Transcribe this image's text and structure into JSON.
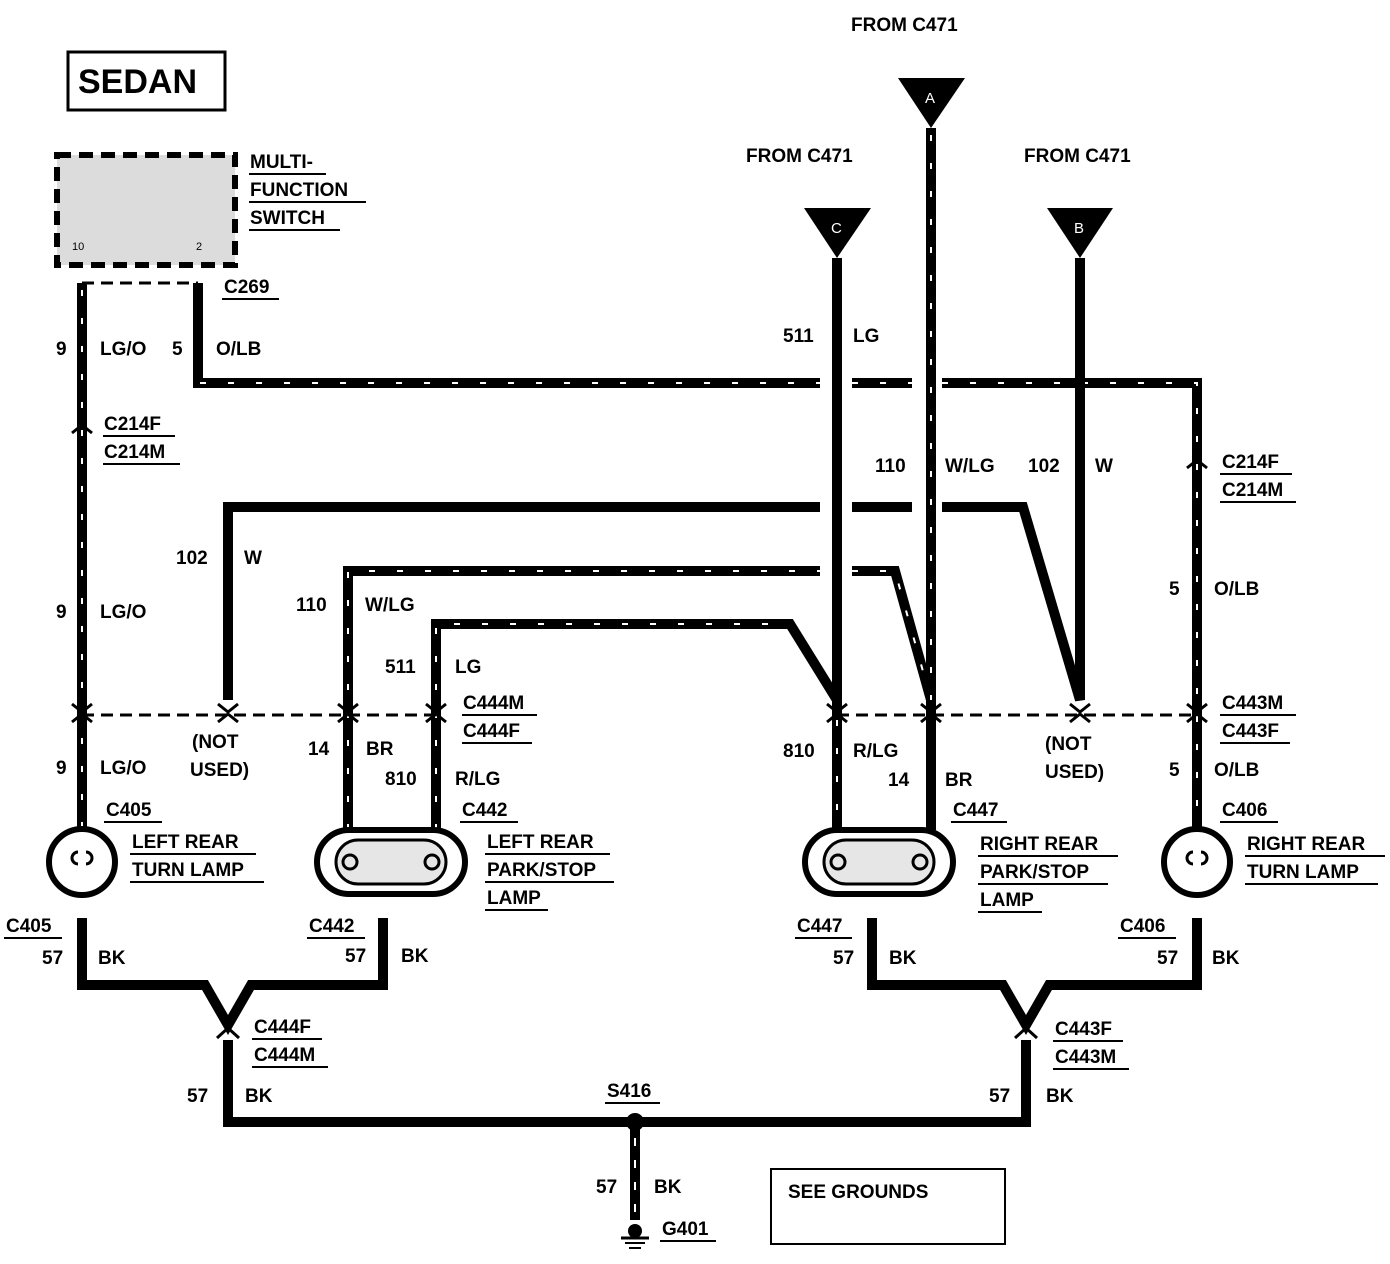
{
  "title": "SEDAN",
  "sources": {
    "top": "FROM C471",
    "left": "FROM C471",
    "right": "FROM C471",
    "markers": [
      "A",
      "C",
      "B"
    ]
  },
  "switch": {
    "name_lines": [
      "MULTI-",
      "FUNCTION",
      "SWITCH"
    ],
    "pin_left": "10",
    "pin_right": "2",
    "connector": "C269"
  },
  "connectors": {
    "c214_left": [
      "C214F",
      "C214M"
    ],
    "c214_right": [
      "C214F",
      "C214M"
    ],
    "c444": [
      "C444M",
      "C444F"
    ],
    "c443": [
      "C443M",
      "C443F"
    ],
    "c444_lower": [
      "C444F",
      "C444M"
    ],
    "c443_lower": [
      "C443F",
      "C443M"
    ],
    "c405": "C405",
    "c442": "C442",
    "c447": "C447",
    "c406": "C406",
    "splice": "S416",
    "ground": "G401"
  },
  "wires": [
    {
      "circuit": "9",
      "color": "LG/O"
    },
    {
      "circuit": "5",
      "color": "O/LB"
    },
    {
      "circuit": "511",
      "color": "LG"
    },
    {
      "circuit": "110",
      "color": "W/LG"
    },
    {
      "circuit": "102",
      "color": "W"
    },
    {
      "circuit": "14",
      "color": "BR"
    },
    {
      "circuit": "810",
      "color": "R/LG"
    },
    {
      "circuit": "57",
      "color": "BK"
    }
  ],
  "not_used": [
    "(NOT",
    "USED)"
  ],
  "lamps": {
    "left_turn": [
      "LEFT REAR",
      "TURN LAMP"
    ],
    "left_park": [
      "LEFT REAR",
      "PARK/STOP",
      "LAMP"
    ],
    "right_park": [
      "RIGHT REAR",
      "PARK/STOP",
      "LAMP"
    ],
    "right_turn": [
      "RIGHT REAR",
      "TURN LAMP"
    ]
  },
  "see_grounds": "SEE GROUNDS"
}
